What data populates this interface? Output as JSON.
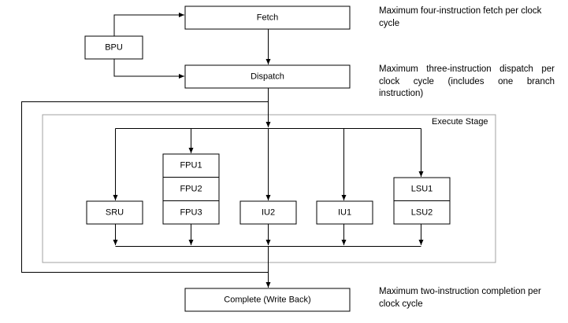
{
  "diagram": {
    "units": {
      "fetch": "Fetch",
      "bpu": "BPU",
      "dispatch": "Dispatch",
      "sru": "SRU",
      "fpu1": "FPU1",
      "fpu2": "FPU2",
      "fpu3": "FPU3",
      "iu2": "IU2",
      "iu1": "IU1",
      "lsu1": "LSU1",
      "lsu2": "LSU2",
      "complete": "Complete (Write Back)"
    },
    "execute_stage_label": "Execute Stage",
    "notes": {
      "fetch": "Maximum four-instruction fetch per clock cycle",
      "dispatch": "Maximum three-instruction dispatch per clock cycle (includes one branch instruction)",
      "complete": "Maximum two-instruction completion per clock cycle"
    }
  },
  "colors": {
    "line": "#000000",
    "stage_border": "#a0a0a0",
    "background": "#ffffff"
  }
}
